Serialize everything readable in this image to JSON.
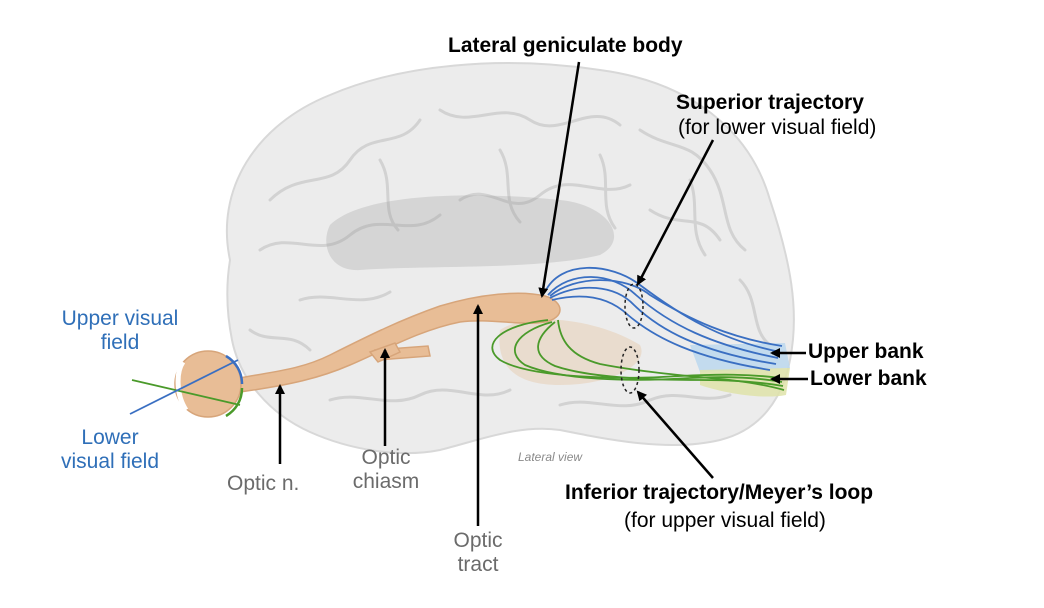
{
  "labels": {
    "lateral_geniculate_body": "Lateral geniculate body",
    "superior_trajectory": "Superior trajectory",
    "superior_trajectory_note": "(for lower visual field)",
    "upper_bank": "Upper bank",
    "lower_bank": "Lower bank",
    "inferior_trajectory": "Inferior trajectory/Meyer’s loop",
    "inferior_trajectory_note": "(for upper visual field)",
    "upper_visual_field_line1": "Upper visual",
    "upper_visual_field_line2": "field",
    "lower_visual_field_line1": "Lower",
    "lower_visual_field_line2": "visual field",
    "optic_nerve": "Optic n.",
    "optic_chiasm_line1": "Optic",
    "optic_chiasm_line2": "chiasm",
    "optic_tract_line1": "Optic",
    "optic_tract_line2": "tract",
    "lateral_view": "Lateral view"
  },
  "colors": {
    "brain_fill": "#ececec",
    "brain_gyri": "#d2d2d2",
    "optic_pathway": "#e8bd96",
    "upper_fibers": "#3a6fc2",
    "lower_fibers": "#4a9a2a",
    "upper_bank_shade": "#bcd8ef",
    "lower_bank_shade": "#dfe3a9",
    "upper_field_label": "#2f6fb8",
    "gray_label": "#6b6b6b"
  }
}
